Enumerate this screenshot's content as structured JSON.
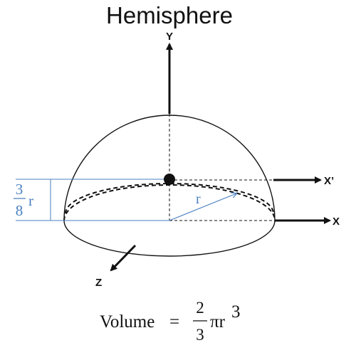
{
  "title": "Hemisphere",
  "axes": {
    "y": "Y",
    "x_prime": "X’",
    "x": "X",
    "z": "Z"
  },
  "centroid": {
    "fraction_numerator": "3",
    "fraction_denominator": "8",
    "fraction_suffix": "r"
  },
  "radius_label": "r",
  "formula": {
    "lhs": "Volume",
    "equals": "=",
    "numerator": "2",
    "denominator": "3",
    "pi_r": "πr",
    "exponent": "3"
  },
  "colors": {
    "line": "#111111",
    "accent_blue": "#4a7fc1"
  }
}
